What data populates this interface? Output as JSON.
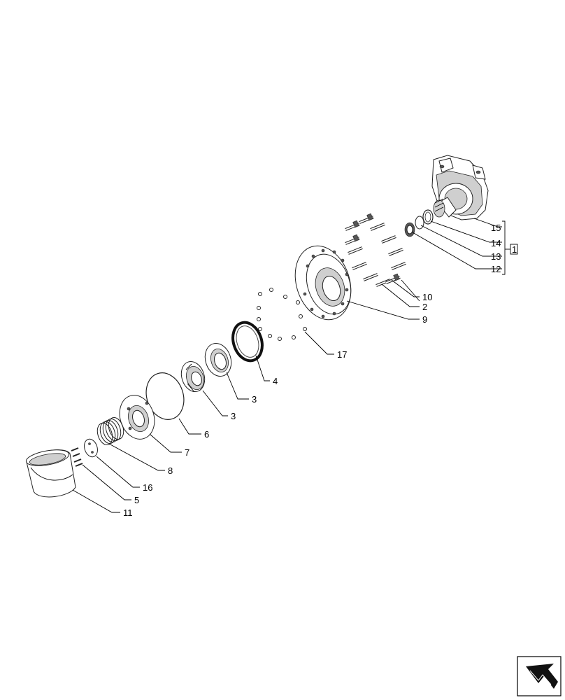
{
  "callouts": {
    "c1": "1",
    "c2": "2",
    "c3a": "3",
    "c3b": "3",
    "c4": "4",
    "c5": "5",
    "c6": "6",
    "c7": "7",
    "c8": "8",
    "c9": "9",
    "c10": "10",
    "c11": "11",
    "c12": "12",
    "c13": "13",
    "c14": "14",
    "c15": "15",
    "c16": "16",
    "c17": "17"
  },
  "nav_icon": "next-page-arrow-icon"
}
